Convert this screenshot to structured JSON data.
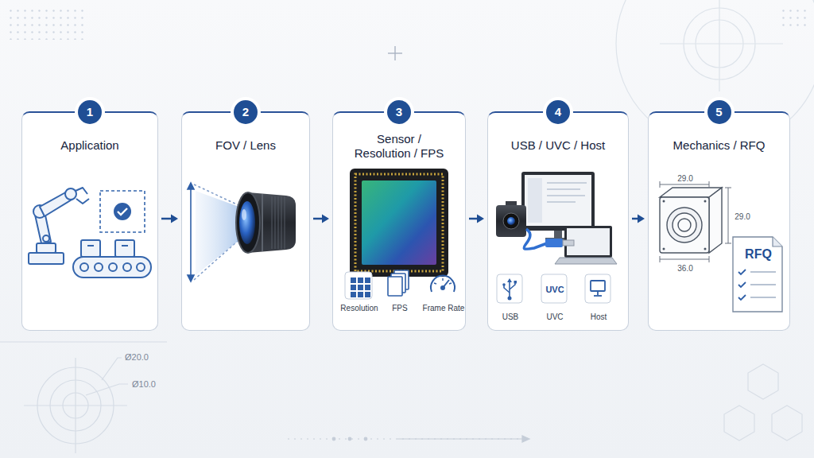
{
  "diagram": {
    "nodes": [
      {
        "text": [
          "Application"
        ]
      },
      {
        "text": [
          "1"
        ],
        "in": 0
      },
      {
        "text": [
          "FOV / Lens"
        ]
      },
      {
        "text": [
          "2"
        ],
        "in": 2
      },
      {
        "text": [
          "Sensor / Resolution / FPS",
          "Resolution",
          "FPS",
          "Frame Rate"
        ]
      },
      {
        "text": [
          "3"
        ],
        "in": 4
      },
      {
        "text": [
          "USB / UVC / Host",
          "UVC",
          "USB",
          "UVC",
          "Host"
        ]
      },
      {
        "text": [
          "4"
        ],
        "in": 6
      },
      {
        "text": [
          "Mechanics / RFQ",
          "29.0",
          "29.0",
          "36.0",
          "RFQ"
        ]
      },
      {
        "text": [
          "5"
        ],
        "in": 8
      }
    ],
    "edges": [
      {
        "from": 0,
        "to": 2,
        "arrow": "to"
      },
      {
        "from": 2,
        "to": 4,
        "arrow": "to"
      },
      {
        "from": 4,
        "to": 6,
        "arrow": "to"
      },
      {
        "from": 6,
        "to": 8,
        "arrow": "to"
      }
    ],
    "labels": [
      "Ø20.0",
      "Ø10.0"
    ]
  }
}
